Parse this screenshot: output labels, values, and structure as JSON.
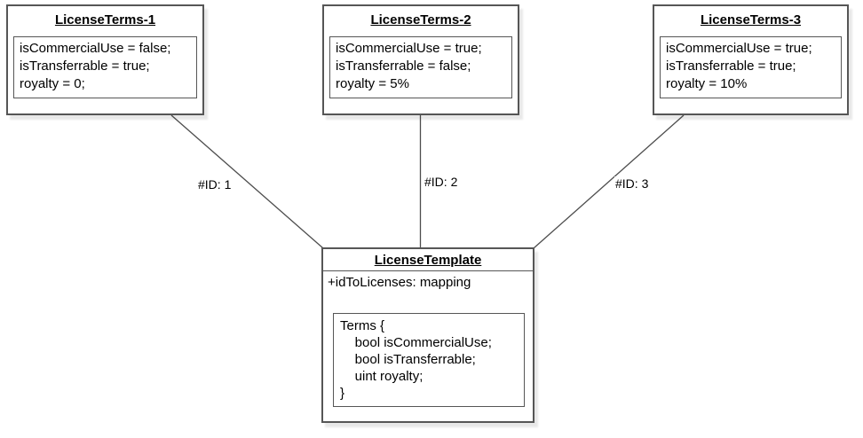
{
  "diagram": {
    "nodes": [
      {
        "title": "LicenseTerms-1",
        "attributes": [
          "isCommercialUse = false;",
          "isTransferrable = true;",
          "royalty = 0;"
        ]
      },
      {
        "title": "LicenseTerms-2",
        "attributes": [
          "isCommercialUse = true;",
          "isTransferrable = false;",
          "royalty = 5%"
        ]
      },
      {
        "title": "LicenseTerms-3",
        "attributes": [
          "isCommercialUse = true;",
          "isTransferrable = true;",
          "royalty = 10%"
        ]
      }
    ],
    "edges": [
      {
        "label": "#ID: 1"
      },
      {
        "label": "#ID: 2"
      },
      {
        "label": "#ID: 3"
      }
    ],
    "template": {
      "title": "LicenseTemplate",
      "field": "+idToLicenses: mapping",
      "struct_lines": [
        "Terms {",
        "    bool isCommercialUse;",
        "    bool isTransferrable;",
        "    uint royalty;",
        "}"
      ]
    },
    "colors": {
      "border": "#565656",
      "line": "#4d4d4d",
      "text": "#000000",
      "background": "#ffffff"
    }
  }
}
